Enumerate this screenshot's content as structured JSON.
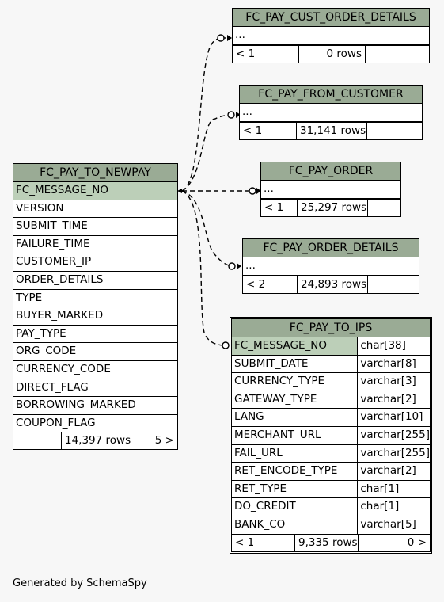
{
  "tables": {
    "cust_order_details": {
      "name": "FC_PAY_CUST_ORDER_DETAILS",
      "col": "...",
      "parents": "< 1",
      "rows": "0 rows"
    },
    "from_customer": {
      "name": "FC_PAY_FROM_CUSTOMER",
      "col": "...",
      "parents": "< 1",
      "rows": "31,141 rows"
    },
    "pay_order": {
      "name": "FC_PAY_ORDER",
      "col": "...",
      "parents": "< 1",
      "rows": "25,297 rows"
    },
    "order_details": {
      "name": "FC_PAY_ORDER_DETAILS",
      "col": "...",
      "parents": "< 2",
      "rows": "24,893 rows"
    },
    "to_newpay": {
      "name": "FC_PAY_TO_NEWPAY",
      "columns": [
        "FC_MESSAGE_NO",
        "VERSION",
        "SUBMIT_TIME",
        "FAILURE_TIME",
        "CUSTOMER_IP",
        "ORDER_DETAILS",
        "TYPE",
        "BUYER_MARKED",
        "PAY_TYPE",
        "ORG_CODE",
        "CURRENCY_CODE",
        "DIRECT_FLAG",
        "BORROWING_MARKED",
        "COUPON_FLAG"
      ],
      "parents": "",
      "rows": "14,397 rows",
      "children": "5 >"
    },
    "to_ips": {
      "name": "FC_PAY_TO_IPS",
      "columns": [
        "FC_MESSAGE_NO",
        "SUBMIT_DATE",
        "CURRENCY_TYPE",
        "GATEWAY_TYPE",
        "LANG",
        "MERCHANT_URL",
        "FAIL_URL",
        "RET_ENCODE_TYPE",
        "RET_TYPE",
        "DO_CREDIT",
        "BANK_CO"
      ],
      "types": [
        "char[38]",
        "varchar[8]",
        "varchar[3]",
        "varchar[2]",
        "varchar[10]",
        "varchar[255]",
        "varchar[255]",
        "varchar[2]",
        "char[1]",
        "char[1]",
        "varchar[5]"
      ],
      "parents": "< 1",
      "rows": "9,335 rows",
      "children": "0 >"
    }
  },
  "footer": {
    "credit": "Generated by SchemaSpy"
  },
  "colors": {
    "header": "#9aab95",
    "primary_key": "#bccfb8",
    "background": "#f7f7f7"
  }
}
